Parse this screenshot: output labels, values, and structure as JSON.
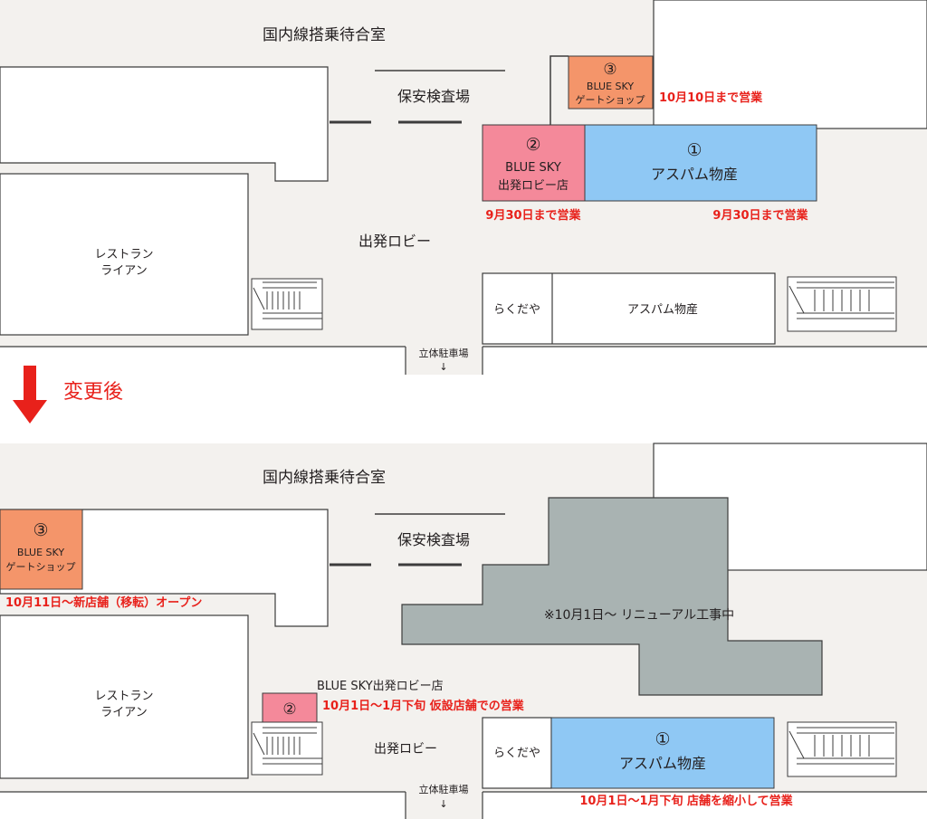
{
  "colors": {
    "floor": "#f3f1ee",
    "store_pink": "#f4899a",
    "store_blue": "#8fc8f4",
    "store_orange": "#f4956a",
    "renewal_gray": "#a9b3b2",
    "red_text": "#e8211b",
    "arrow": "#e8211b"
  },
  "before": {
    "room_domestic_lounge": "国内線搭乗待合室",
    "room_security": "保安検査場",
    "room_departure_lobby": "出発ロビー",
    "restaurant_line1": "レストラン",
    "restaurant_line2": "ライアン",
    "shop_rakudaya": "らくだや",
    "shop_aspam": "アスパム物産",
    "parking": "立体駐車場",
    "parking_arrow": "↓",
    "store3_num": "③",
    "store3_line1": "BLUE SKY",
    "store3_line2": "ゲートショップ",
    "store3_note": "10月10日まで営業",
    "store2_num": "②",
    "store2_line1": "BLUE SKY",
    "store2_line2": "出発ロビー店",
    "store2_note": "9月30日まで営業",
    "store1_num": "①",
    "store1_name": "アスパム物産",
    "store1_note": "9月30日まで営業"
  },
  "change_label": "変更後",
  "after": {
    "room_domestic_lounge": "国内線搭乗待合室",
    "room_security": "保安検査場",
    "room_departure_lobby": "出発ロビー",
    "restaurant_line1": "レストラン",
    "restaurant_line2": "ライアン",
    "shop_rakudaya": "らくだや",
    "parking": "立体駐車場",
    "parking_arrow": "↓",
    "store3_num": "③",
    "store3_line1": "BLUE SKY",
    "store3_line2": "ゲートショップ",
    "store3_note": "10月11日～新店舗（移転）オープン",
    "renewal": "※10月1日～ リニューアル工事中",
    "store2_num": "②",
    "store2_title": "BLUE SKY出発ロビー店",
    "store2_note": "10月1日～1月下旬 仮設店舗での営業",
    "store1_num": "①",
    "store1_name": "アスパム物産",
    "store1_note": "10月1日～1月下旬 店舗を縮小して営業"
  }
}
